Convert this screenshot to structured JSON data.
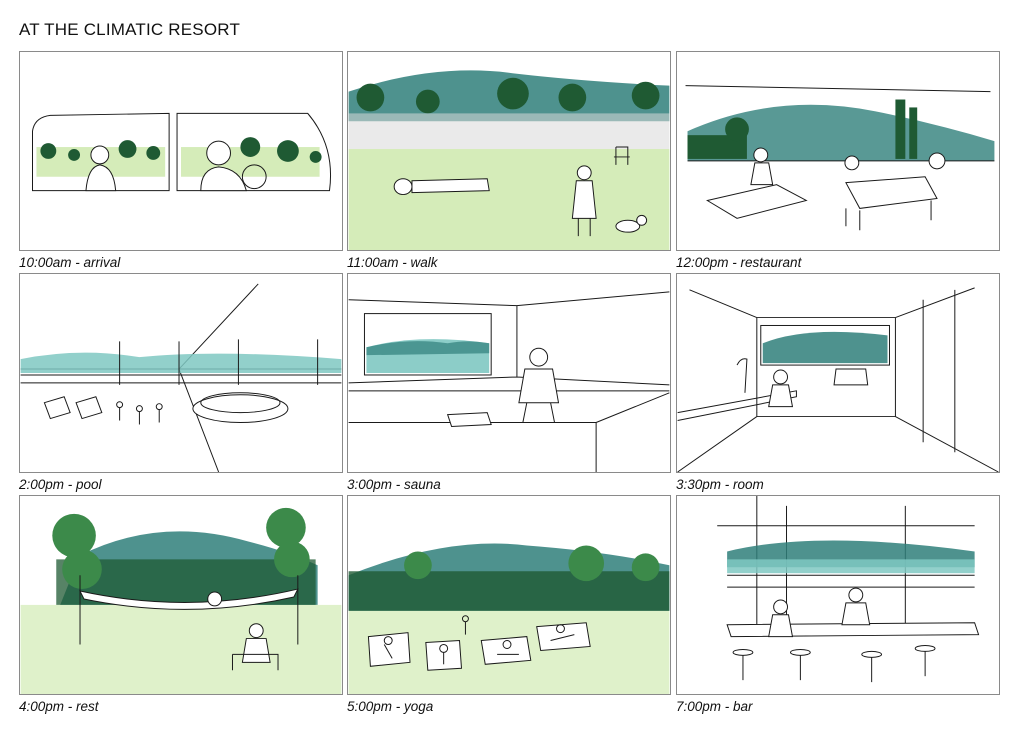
{
  "title": "AT THE CLIMATIC RESORT",
  "colors": {
    "mountain": "#2f7f7a",
    "water": "#7fc8c2",
    "forest": "#1f5a33",
    "tree": "#3c8a4a",
    "grass": "#b9e08a",
    "ink": "#1a1a1a"
  },
  "panels": [
    {
      "caption": "10:00am - arrival",
      "scene": "arrival"
    },
    {
      "caption": "11:00am - walk",
      "scene": "walk"
    },
    {
      "caption": "12:00pm - restaurant",
      "scene": "restaurant"
    },
    {
      "caption": "2:00pm - pool",
      "scene": "pool"
    },
    {
      "caption": "3:00pm - sauna",
      "scene": "sauna"
    },
    {
      "caption": "3:30pm - room",
      "scene": "room"
    },
    {
      "caption": "4:00pm - rest",
      "scene": "rest"
    },
    {
      "caption": "5:00pm - yoga",
      "scene": "yoga"
    },
    {
      "caption": "7:00pm - bar",
      "scene": "bar"
    }
  ]
}
